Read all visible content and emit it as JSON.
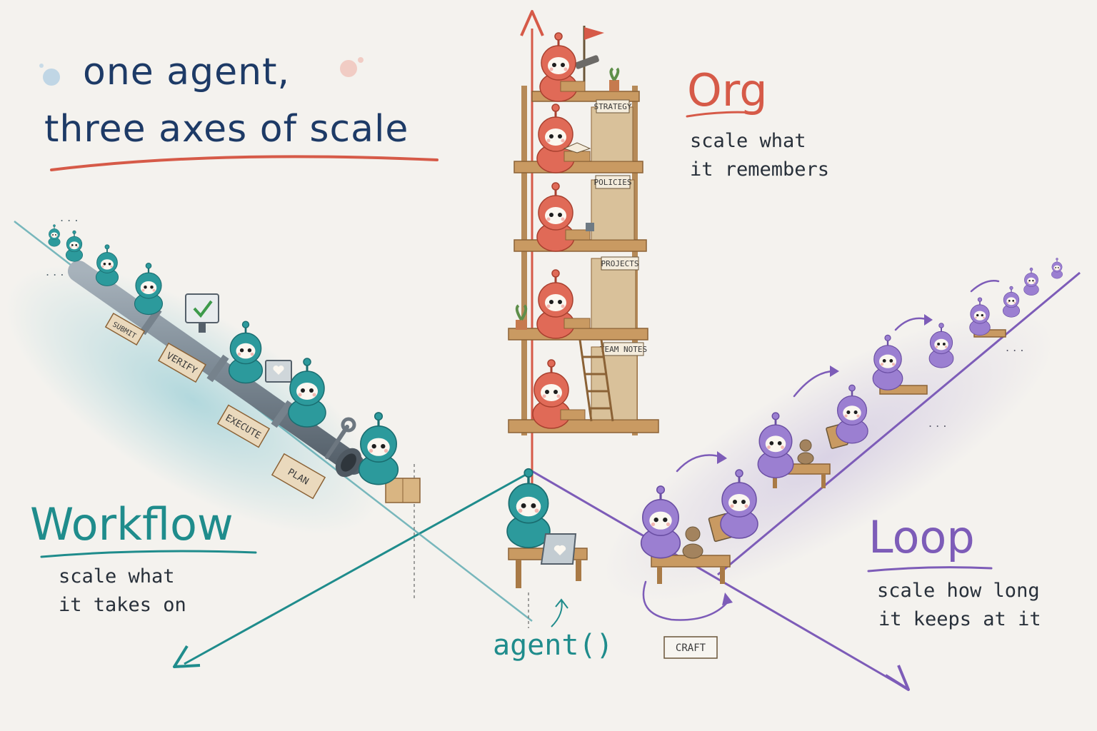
{
  "title": {
    "line1": "one agent,",
    "line2": "three axes of scale"
  },
  "axes": {
    "org": {
      "heading": "Org",
      "line1": "scale what",
      "line2": "it remembers",
      "color": "#d65a48"
    },
    "workflow": {
      "heading": "Workflow",
      "line1": "scale what",
      "line2": "it takes on",
      "color": "#1f8c8c"
    },
    "loop": {
      "heading": "Loop",
      "line1": "scale how long",
      "line2": "it keeps at it",
      "color": "#7d5cb8"
    }
  },
  "center": {
    "label": "agent()",
    "color": "#1f8c8c"
  },
  "tower_shelves": [
    "STRATEGY",
    "POLICIES",
    "PROJECTS",
    "TEAM NOTES"
  ],
  "workflow_signs": [
    "SUBMIT",
    "VERIFY",
    "EXECUTE",
    "PLAN"
  ],
  "loop_sign": "CRAFT",
  "icons": [
    "flag-icon",
    "telescope-icon",
    "plant-icon",
    "checkmark-icon",
    "heart-icon",
    "wrench-icon",
    "ladder-icon",
    "box-icon"
  ]
}
